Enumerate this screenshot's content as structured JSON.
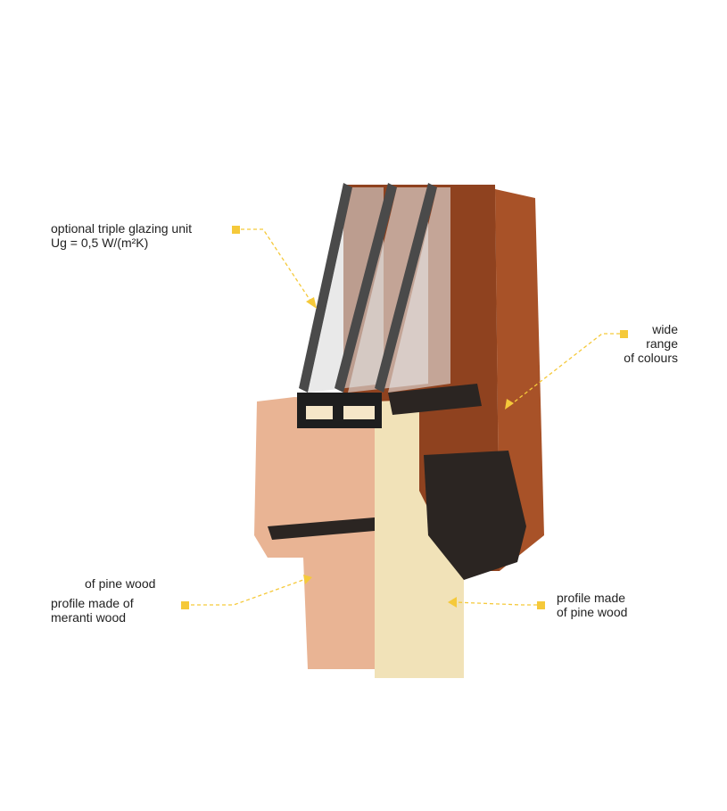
{
  "labels": {
    "glazing_line1": "optional triple glazing unit",
    "glazing_line2": "Ug = 0,5 W/(m²K)",
    "colours_line1": "wide",
    "colours_line2": "range",
    "colours_line3": "of colours",
    "pine_line1": "profile made",
    "pine_line2": "of pine wood",
    "meranti_overlap": "of pine wood",
    "meranti_line1": "profile made of",
    "meranti_line2": "meranti wood"
  },
  "colors": {
    "accent": "#f5c93a",
    "outer_wood": "#9c4a22",
    "pine": "#f1e2b8",
    "meranti": "#e9b494",
    "aluminium": "#2b2522"
  }
}
